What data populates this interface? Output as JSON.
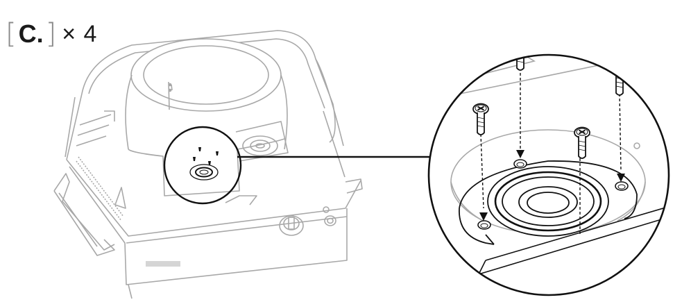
{
  "step": {
    "letter": "C.",
    "quantity": "× 4"
  },
  "colors": {
    "ghost_line": "#a8a8a8",
    "ink": "#111111",
    "background": "#ffffff"
  },
  "icons": [
    "screw-icon",
    "arrow-down-icon",
    "magnifier-callout"
  ]
}
